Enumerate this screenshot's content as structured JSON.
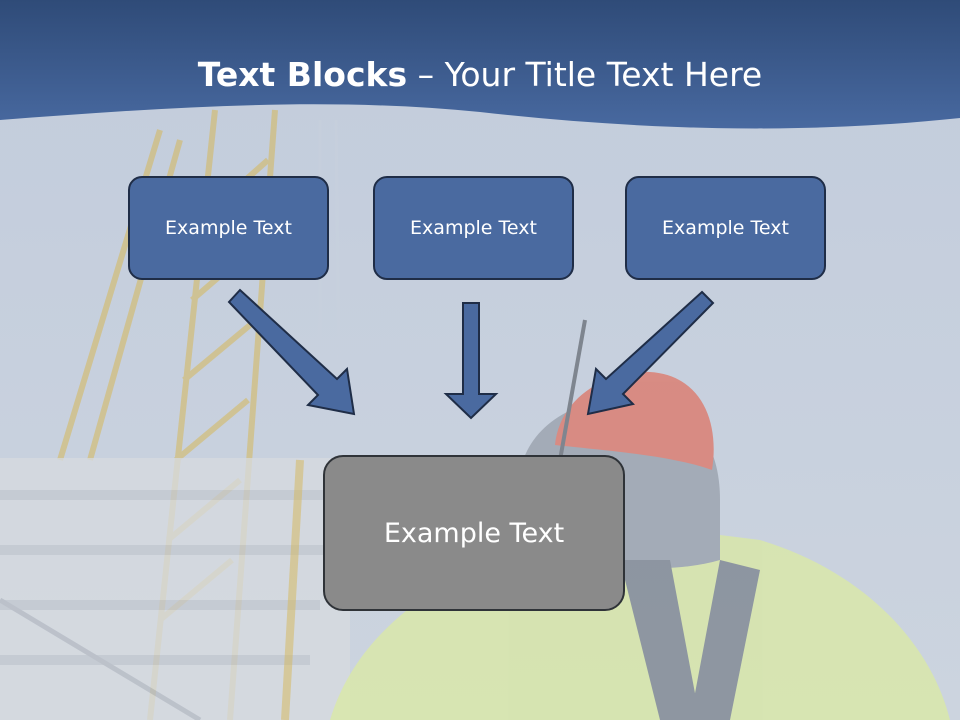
{
  "slide": {
    "title_bold": "Text Blocks",
    "title_dash": " – ",
    "title_rest": "Your Title Text Here",
    "blocks": [
      {
        "text": "Example Text"
      },
      {
        "text": "Example Text"
      },
      {
        "text": "Example Text"
      }
    ],
    "center_block": {
      "text": "Example Text"
    }
  },
  "colors": {
    "header": "#3f5f91",
    "block_fill": "#4a6aa0",
    "block_border": "#1f2d47",
    "center_fill": "#8a8a8a",
    "arrow_fill": "#4a6aa0"
  }
}
